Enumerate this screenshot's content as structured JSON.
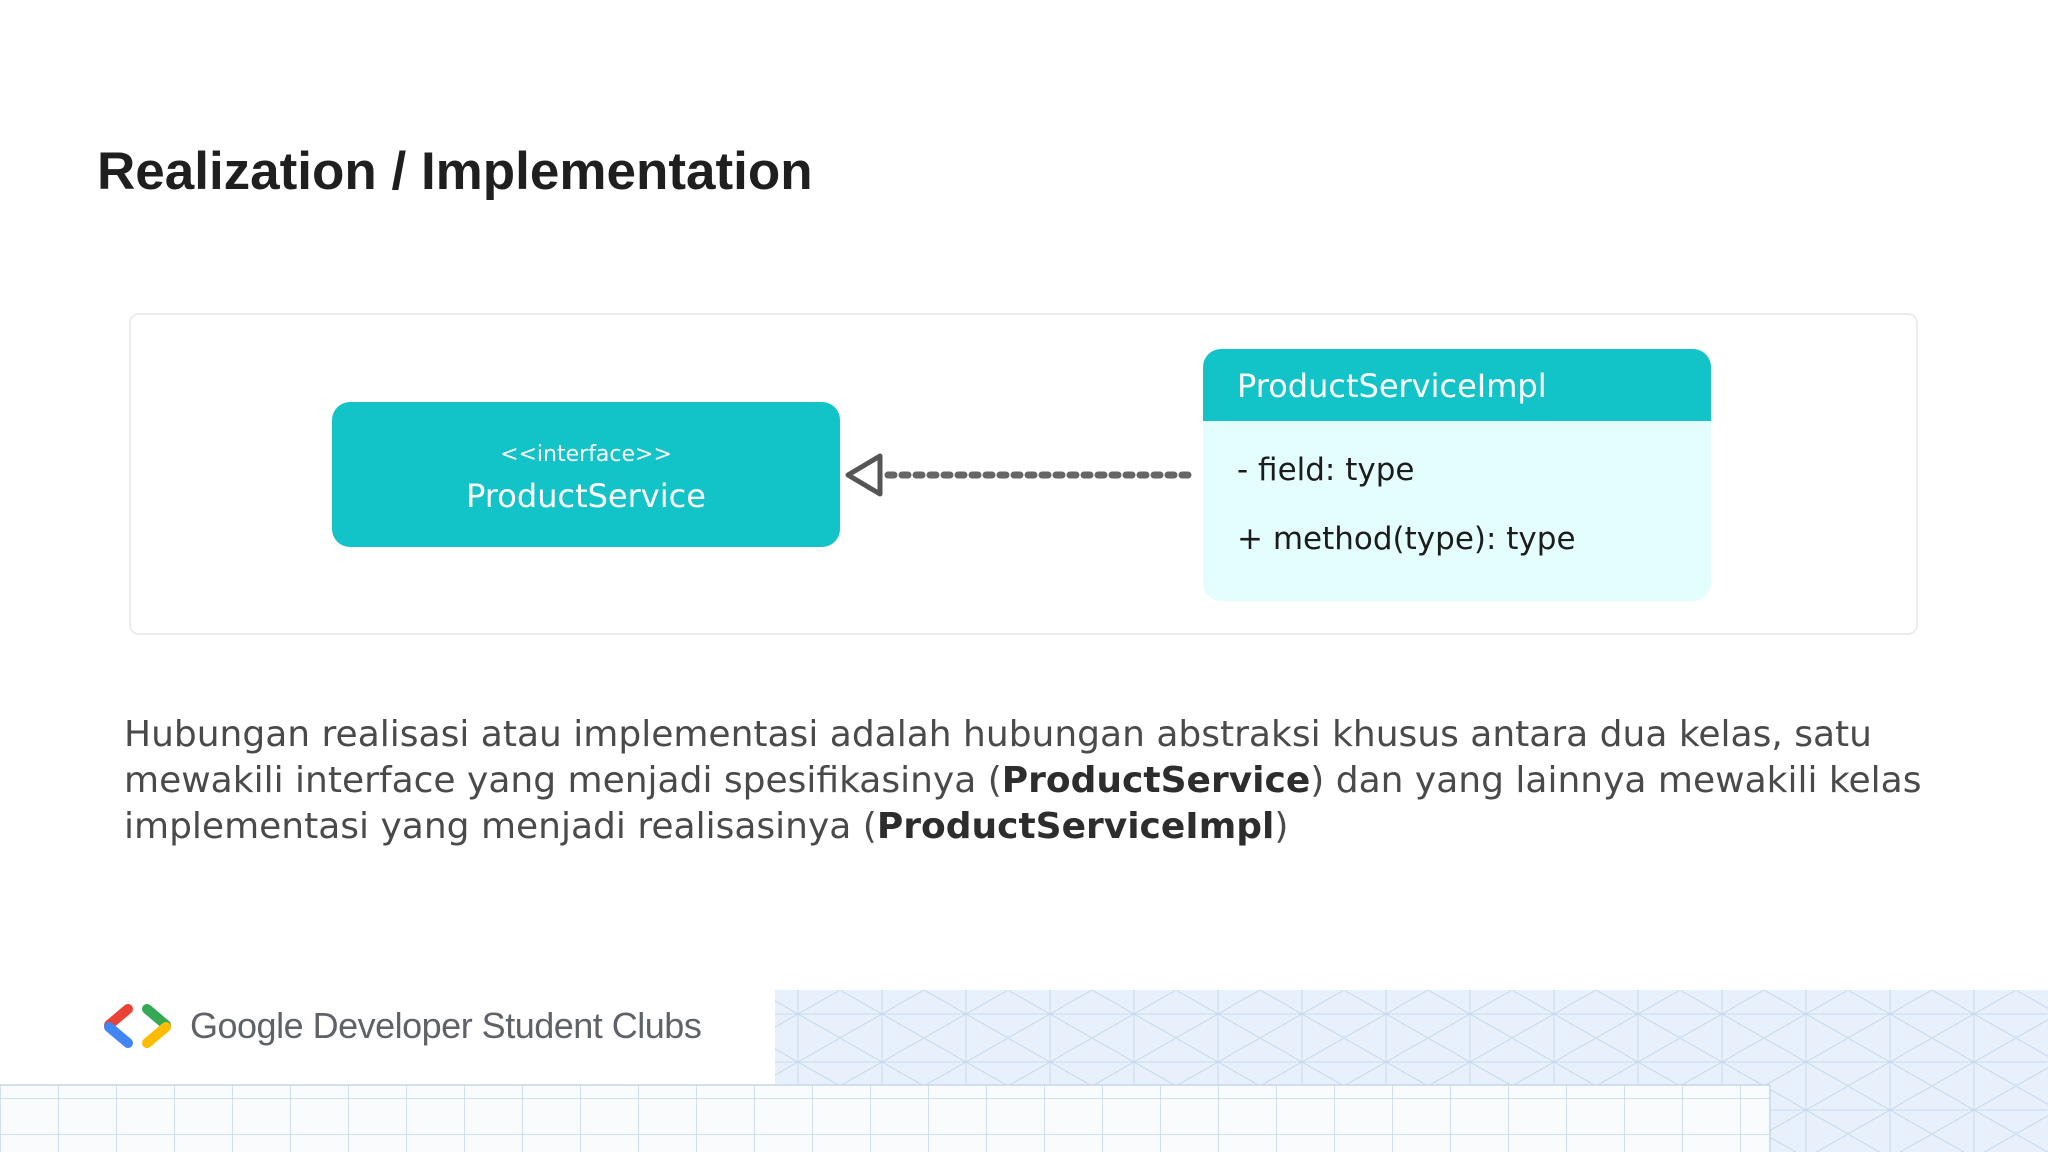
{
  "slide": {
    "title": "Realization / Implementation"
  },
  "diagram": {
    "interface": {
      "stereotype": "<<interface>>",
      "name": "ProductService"
    },
    "implementation": {
      "name": "ProductServiceImpl",
      "field": "- field: type",
      "method": "+ method(type): type"
    },
    "relationship": "realization",
    "colors": {
      "header": "#12c3c7",
      "class_body": "#e4fdfd"
    }
  },
  "description": {
    "part1": "Hubungan realisasi atau implementasi adalah hubungan abstraksi khusus antara dua kelas, satu mewakili interface yang menjadi spesifikasinya (",
    "bold1": "ProductService",
    "part2": ") dan yang lainnya mewakili kelas implementasi yang menjadi realisasinya (",
    "bold2": "ProductServiceImpl",
    "part3": ")"
  },
  "footer": {
    "brand": "Google Developer Student Clubs",
    "logo_icon": "gdsc-logo-icon"
  }
}
